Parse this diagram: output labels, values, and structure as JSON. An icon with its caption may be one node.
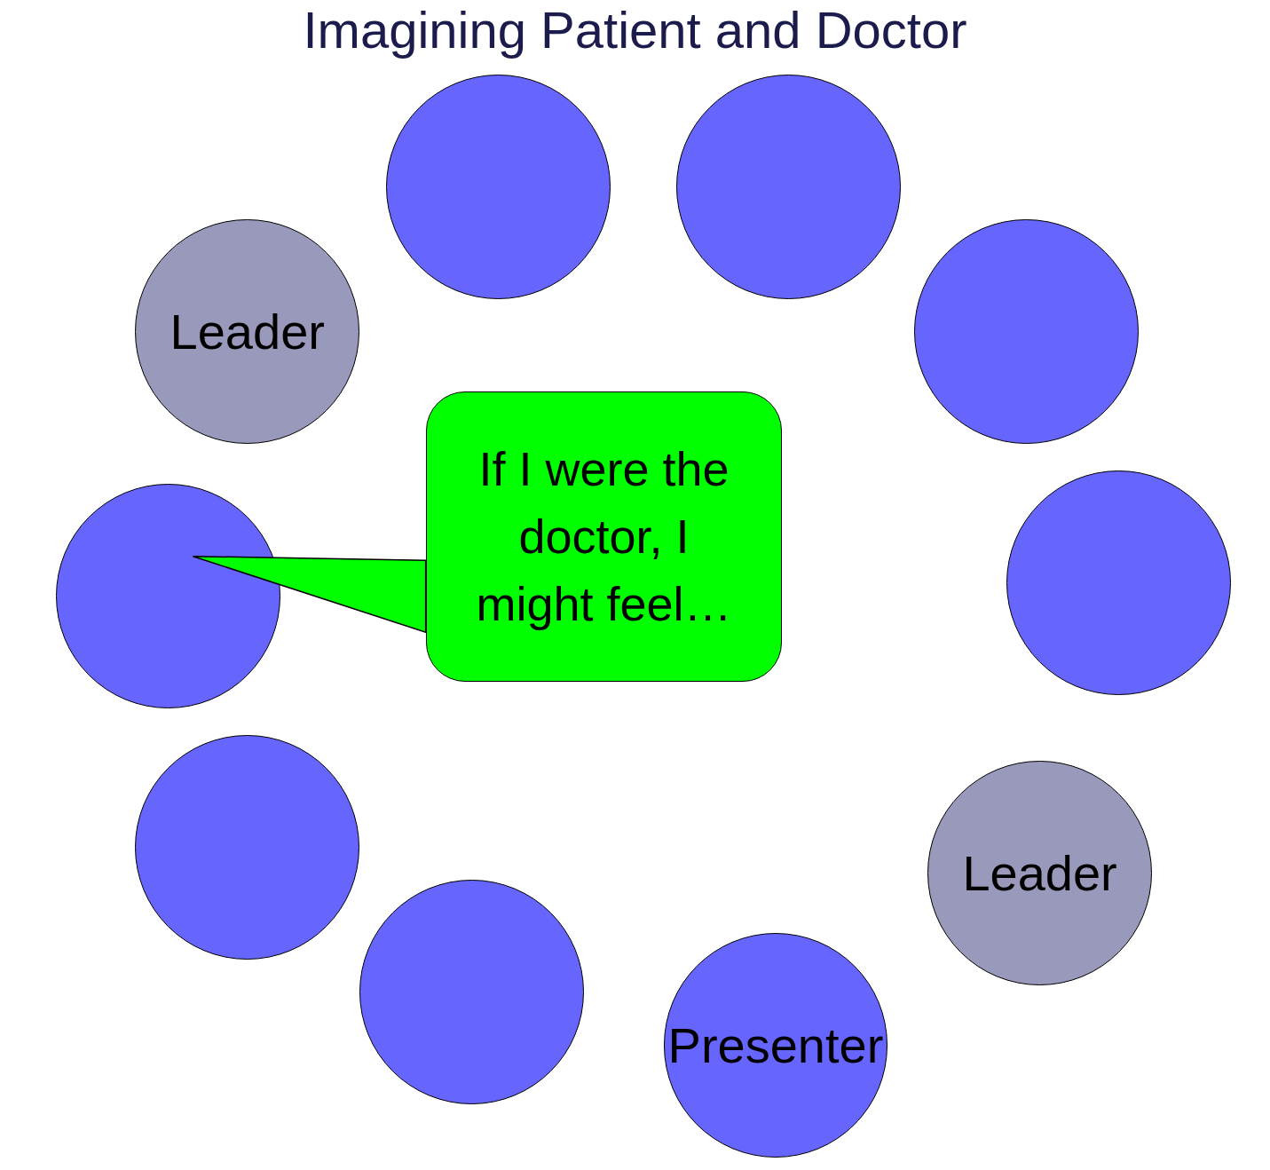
{
  "diagram": {
    "title": "Imagining Patient and Doctor",
    "nodes": [
      {
        "text": [],
        "shape": "circle"
      },
      {
        "text": [],
        "shape": "circle"
      },
      {
        "text": [
          "Leader"
        ]
      },
      {
        "text": [],
        "shape": "circle"
      },
      {
        "text": [
          "If I were the doctor, I might feel…"
        ]
      },
      {
        "text": [],
        "shape": "circle"
      },
      {
        "text": [],
        "shape": "circle"
      },
      {
        "text": [],
        "shape": "circle"
      },
      {
        "text": [
          "Leader"
        ]
      },
      {
        "text": [],
        "shape": "circle"
      },
      {
        "text": [
          "Presenter"
        ]
      }
    ],
    "edges": [
      {
        "from": 4,
        "to": 5,
        "arrow": "none"
      }
    ]
  }
}
